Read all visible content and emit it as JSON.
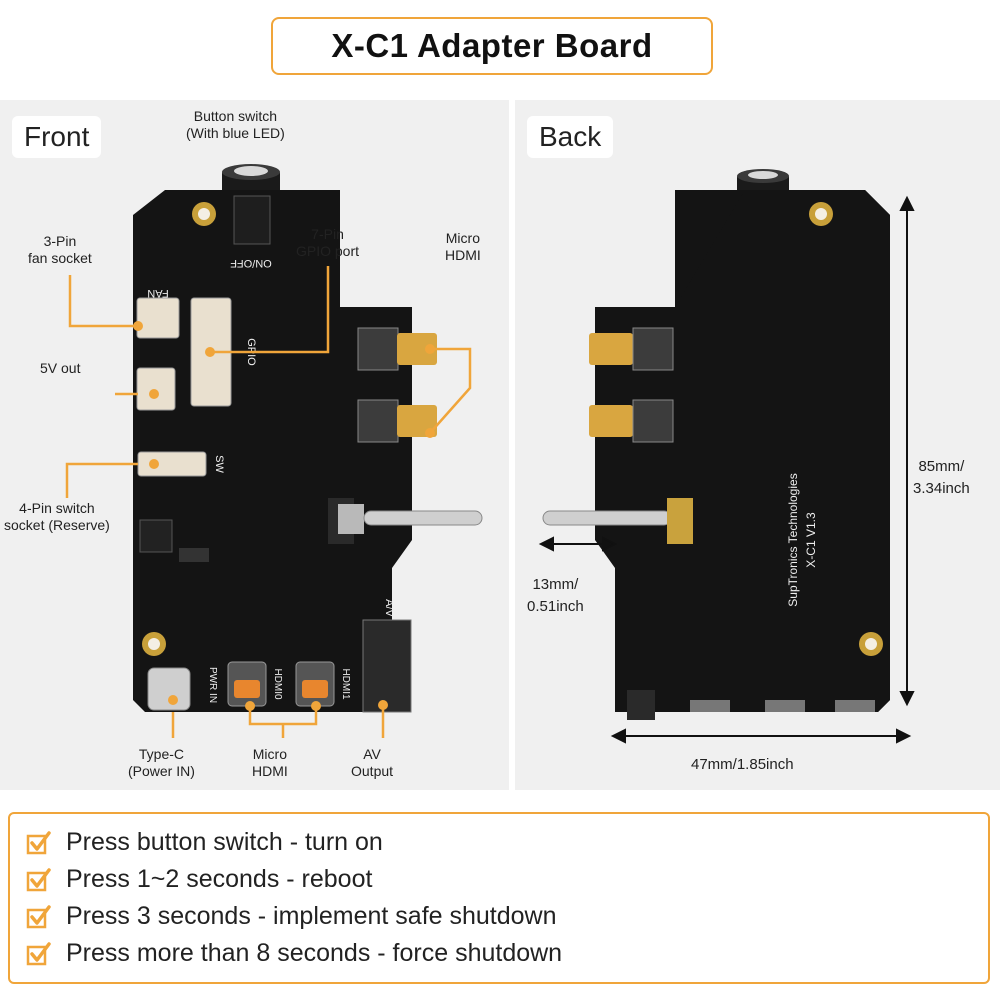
{
  "title": "X-C1 Adapter Board",
  "front": {
    "tag": "Front",
    "labels": {
      "button_switch_1": "Button switch",
      "button_switch_2": "(With blue LED)",
      "fan_1": "3-Pin",
      "fan_2": "fan socket",
      "gpio_1": "7-Pin",
      "gpio_2": "GPIO port",
      "micro_hdmi_top_1": "Micro",
      "micro_hdmi_top_2": "HDMI",
      "fiveV": "5V out",
      "switch_1": "4-Pin switch",
      "switch_2": "socket (Reserve)",
      "typec_1": "Type-C",
      "typec_2": "(Power IN)",
      "micro_hdmi_bottom_1": "Micro",
      "micro_hdmi_bottom_2": "HDMI",
      "av_1": "AV",
      "av_2": "Output"
    },
    "silkscreen": {
      "on_off": "ON/OFF",
      "fan": "FAN",
      "gpio": "GPIO",
      "sw": "SW",
      "av": "A/V",
      "pwr_in": "PWR IN",
      "hdmi0": "HDMI0",
      "hdmi1": "HDMI1"
    }
  },
  "back": {
    "tag": "Back",
    "height_1": "85mm/",
    "height_2": "3.34inch",
    "depth_1": "13mm/",
    "depth_2": "0.51inch",
    "width": "47mm/1.85inch",
    "silkscreen_1": "SupTronics Technologies",
    "silkscreen_2": "X-C1 V1.3"
  },
  "instructions": [
    "Press button switch - turn on",
    "Press 1~2 seconds - reboot",
    "Press 3 seconds - implement safe shutdown",
    "Press more than 8 seconds - force shutdown"
  ],
  "colors": {
    "accent": "#f0a53a",
    "board": "#141414",
    "power_in": "#e0262c"
  }
}
